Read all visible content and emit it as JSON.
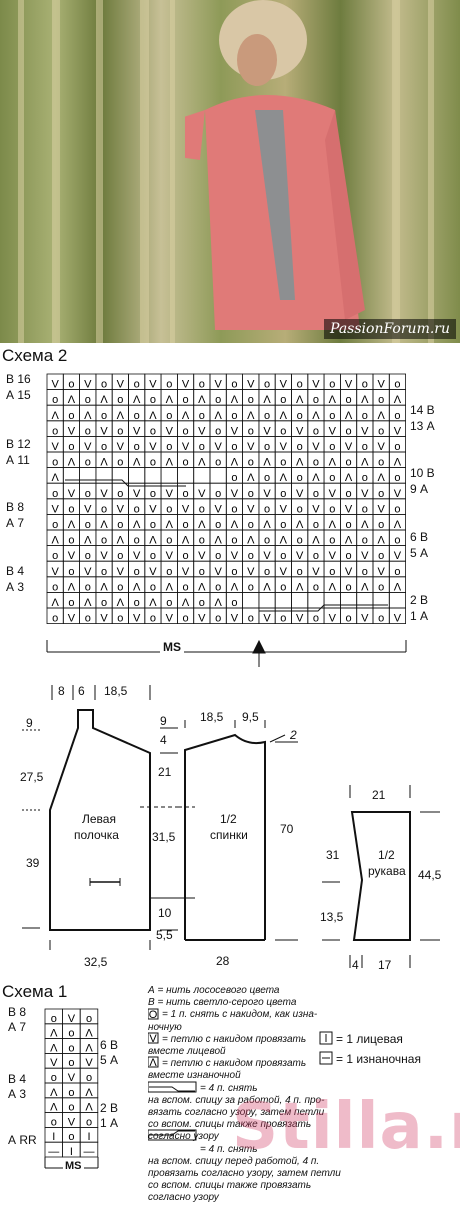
{
  "photo": {
    "watermark": "PassionForum.ru"
  },
  "scheme2": {
    "title": "Схема 2",
    "left_labels": [
      "В 16",
      "А 15",
      "В 12",
      "А 11",
      "В 8",
      "А 7",
      "В 4",
      "А 3"
    ],
    "right_labels": [
      "14 В",
      "13 А",
      "10 В",
      "9 А",
      "6 В",
      "5 А",
      "2 В",
      "1 А"
    ],
    "ms": "MS",
    "rows": [
      "V O V O V O V O V O V O V O V O V O V O V O",
      "O Λ O Λ O Λ O Λ O Λ O Λ O Λ O Λ O Λ O Λ O Λ",
      "Λ O Λ O Λ O Λ O Λ O Λ O Λ O Λ O Λ O Λ O Λ O",
      "O V O V O V O V O V O V O V O V O V O V O V",
      "V O V O V O V O V O V O V O V O V O V O V O",
      "O Λ O Λ O Λ O Λ O Λ O Λ O Λ O Λ O Λ O Λ O Λ",
      "Λ . . . . . . . . . . O Λ O Λ O Λ O Λ O Λ O",
      "O V O V O V O V O V O V O V O V O V O V O V",
      "V O V O V O V O V O V O V O V O V O V O V O",
      "O Λ O Λ O Λ O Λ O Λ O Λ O Λ O Λ O Λ O Λ O Λ",
      "Λ O Λ O Λ O Λ O Λ O Λ O Λ O Λ O Λ O Λ O Λ O",
      "O V O V O V O V O V O V O V O V O V O V O V",
      "V O V O V O V O V O V O V O V O V O V O V O",
      "O Λ O Λ O Λ O Λ O Λ O Λ O Λ O Λ O Λ O Λ O Λ",
      "Λ O Λ O Λ O Λ O Λ O Λ O . . . . . . . . . .",
      "O V O V O V O V O V O V O V O V O V O V O V"
    ]
  },
  "pattern": {
    "top_dims": [
      "8",
      "6",
      "18,5"
    ],
    "left_front": {
      "label_line1": "Левая",
      "label_line2": "полочка",
      "dims_left": [
        "9",
        "27,5",
        "39"
      ],
      "dims_right": [
        "9",
        "4",
        "21",
        "31,5",
        "10",
        "5,5"
      ],
      "bottom": "32,5"
    },
    "back": {
      "label_line1": "1/2",
      "label_line2": "спинки",
      "top": [
        "18,5",
        "9,5"
      ],
      "top_right": "2",
      "right": "70",
      "bottom": "28"
    },
    "sleeve": {
      "label_line1": "1/2",
      "label_line2": "рукава",
      "top": "21",
      "left": [
        "31",
        "13,5"
      ],
      "right": "44,5",
      "bottom": [
        "4",
        "17"
      ]
    }
  },
  "scheme1": {
    "title": "Схема 1",
    "left_labels": [
      "В 8",
      "А 7",
      "В 4",
      "А 3",
      "А RR"
    ],
    "right_labels": [
      "6 В",
      "5 А",
      "2 В",
      "1 А"
    ],
    "ms": "MS",
    "rows": [
      "O V O",
      "Λ O Λ",
      "Λ O Λ",
      "V O V",
      "O V O",
      "Λ O Λ",
      "Λ O Λ",
      "O V O",
      "I O I",
      "— I —"
    ]
  },
  "legend": {
    "items": [
      "А = нить лососевого цвета",
      "В = нить светло-серого цвета",
      "= 1 п. снять с накидом, как изна-",
      "ночную",
      "= петлю с накидом провязать",
      "вместе лицевой",
      "= петлю с накидом провязать",
      "вместе изнаночной",
      "= 4 п. снять",
      "на вспом. спицу за работой, 4 п. про-",
      "вязать согласно узору, затем петли",
      "со вспом. спицы также провязать",
      "согласно узору",
      "= 4 п. снять",
      "на вспом. спицу перед работой, 4 п.",
      "провязать согласно узору, затем петли",
      "со вспом. спицы также провязать",
      "согласно узору"
    ],
    "knit": "= 1 лицевая",
    "purl": "= 1 изнаночная"
  },
  "site_watermark": "Stilla.ru"
}
